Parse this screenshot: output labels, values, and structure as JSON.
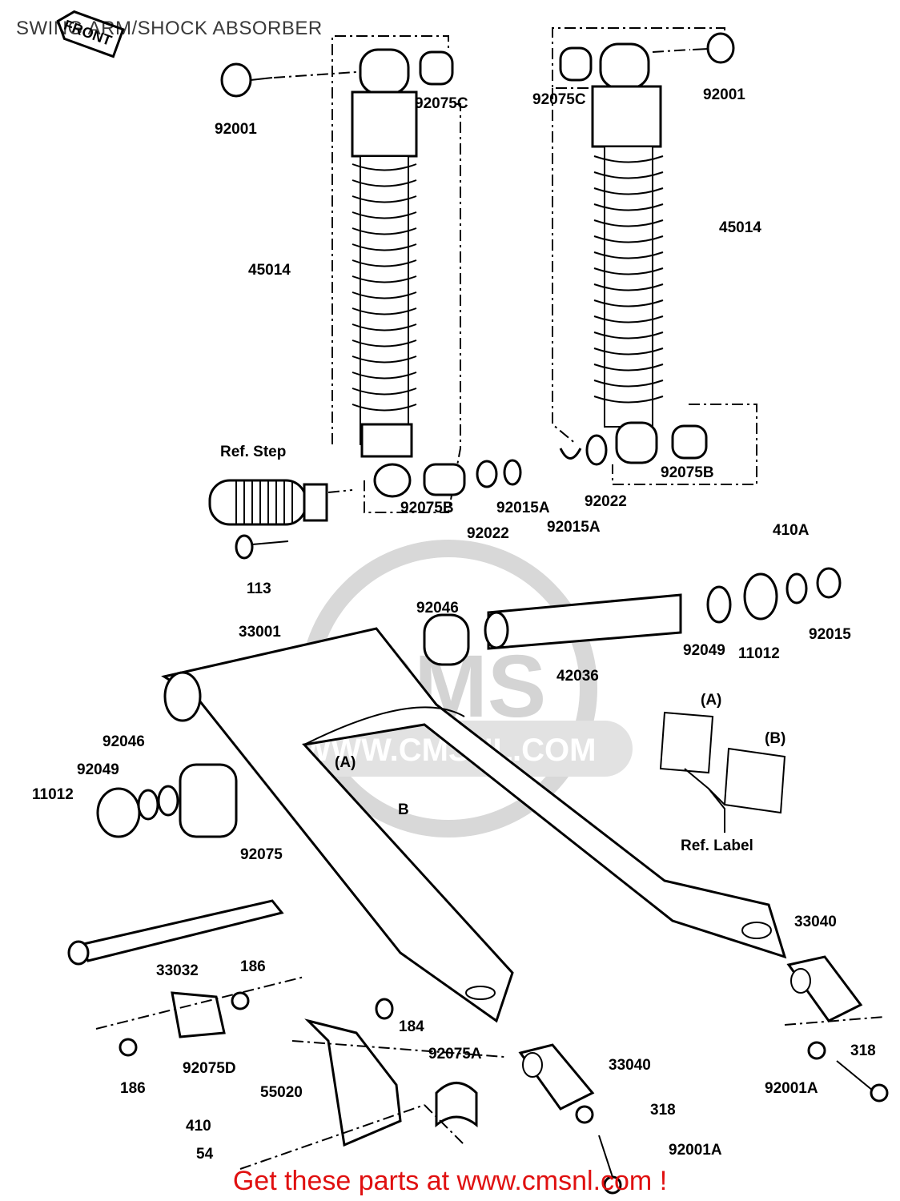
{
  "title": "SWING ARM/SHOCK ABSORBER",
  "footer": "Get these parts at www.cmsnl.com !",
  "watermark": {
    "text": "WWW.CMSNL.COM",
    "logo": "CMS"
  },
  "front_marker": "FRONT",
  "labels": {
    "l92001a": "92001",
    "l92075c1": "92075C",
    "l92075c2": "92075C",
    "l92001b": "92001",
    "l45014a": "45014",
    "l45014b": "45014",
    "refStep": "Ref. Step",
    "l92075b1": "92075B",
    "l92075b2": "92075B",
    "l92015a1": "92015A",
    "l92015a2": "92015A",
    "l92022a": "92022",
    "l92022b": "92022",
    "l113": "113",
    "l410a": "410A",
    "l92046a": "92046",
    "l33001": "33001",
    "l92049a": "92049",
    "l11012a": "11012",
    "l92015": "92015",
    "l42036": "42036",
    "lA": "(A)",
    "lB": "(B)",
    "lA2": "(A)",
    "lB2": "B",
    "l92046b": "92046",
    "l92049b": "92049",
    "l11012b": "11012",
    "l92075": "92075",
    "refLabel": "Ref. Label",
    "l33040a": "33040",
    "l33032": "33032",
    "l186a": "186",
    "l184": "184",
    "l92075a": "92075A",
    "l33040b": "33040",
    "l318a": "318",
    "l92001a1": "92001A",
    "l92075d": "92075D",
    "l186b": "186",
    "l55020": "55020",
    "l318b": "318",
    "l410": "410",
    "l54": "54",
    "l92001a2": "92001A"
  }
}
